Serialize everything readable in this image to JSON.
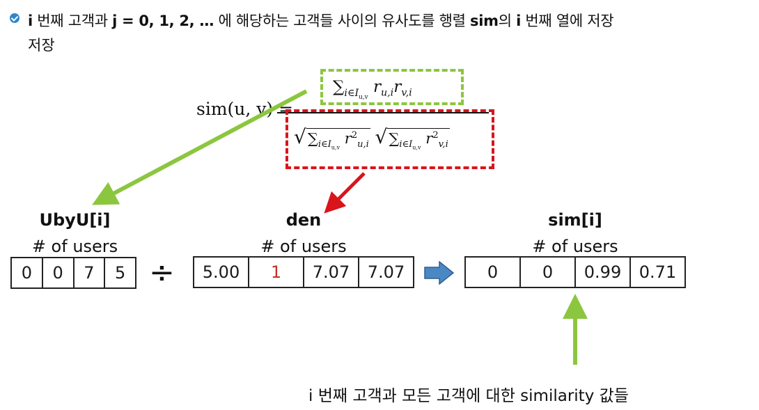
{
  "header": {
    "line1_parts": [
      {
        "text": "i",
        "bold": true
      },
      {
        "text": " 번째 고객과 ",
        "bold": false
      },
      {
        "text": "j = 0, 1, 2, …",
        "bold": true
      },
      {
        "text": " 에 해당하는 고객들 사이의 유사도를 행렬 ",
        "bold": false
      },
      {
        "text": "sim",
        "bold": true
      },
      {
        "text": "의 ",
        "bold": false
      },
      {
        "text": "i",
        "bold": true
      },
      {
        "text": " 번째 열에 저장",
        "bold": false
      }
    ],
    "line2": "저장"
  },
  "formula": {
    "lhs": "sim(u, v) =",
    "numerator": {
      "sum": "∑",
      "index": "i∈I",
      "index_sub": "u,v",
      "term1": "r",
      "term1_sub": "u,i",
      "term2": "r",
      "term2_sub": "v,i"
    },
    "denominator": {
      "left": {
        "radical": "√",
        "sum": "∑",
        "index": "i∈I",
        "index_sub": "u,v",
        "term": "r",
        "term_sup": "2",
        "term_sub": "u,i"
      },
      "right": {
        "radical": "√",
        "sum": "∑",
        "index": "i∈I",
        "index_sub": "u,v",
        "term": "r",
        "term_sup": "2",
        "term_sub": "v,i"
      }
    }
  },
  "arrays": {
    "ubyu": {
      "title": "UbyU[i]",
      "subtitle": "# of users",
      "values": [
        "0",
        "0",
        "7",
        "5"
      ]
    },
    "den": {
      "title": "den",
      "subtitle": "# of users",
      "values": [
        "5.00",
        "1",
        "7.07",
        "7.07"
      ],
      "highlight_index": 1
    },
    "sim": {
      "title": "sim[i]",
      "subtitle": "# of users",
      "values": [
        "0",
        "0",
        "0.99",
        "0.71"
      ]
    }
  },
  "operator": "÷",
  "caption": "i 번째 고객과 모든 고객에 대한 similarity 값들",
  "colors": {
    "green": "#8cc63f",
    "red": "#d9141b",
    "blue_arrow": "#4a88c4",
    "highlight_text": "#c0302a",
    "bullet": "#2f87c9"
  }
}
